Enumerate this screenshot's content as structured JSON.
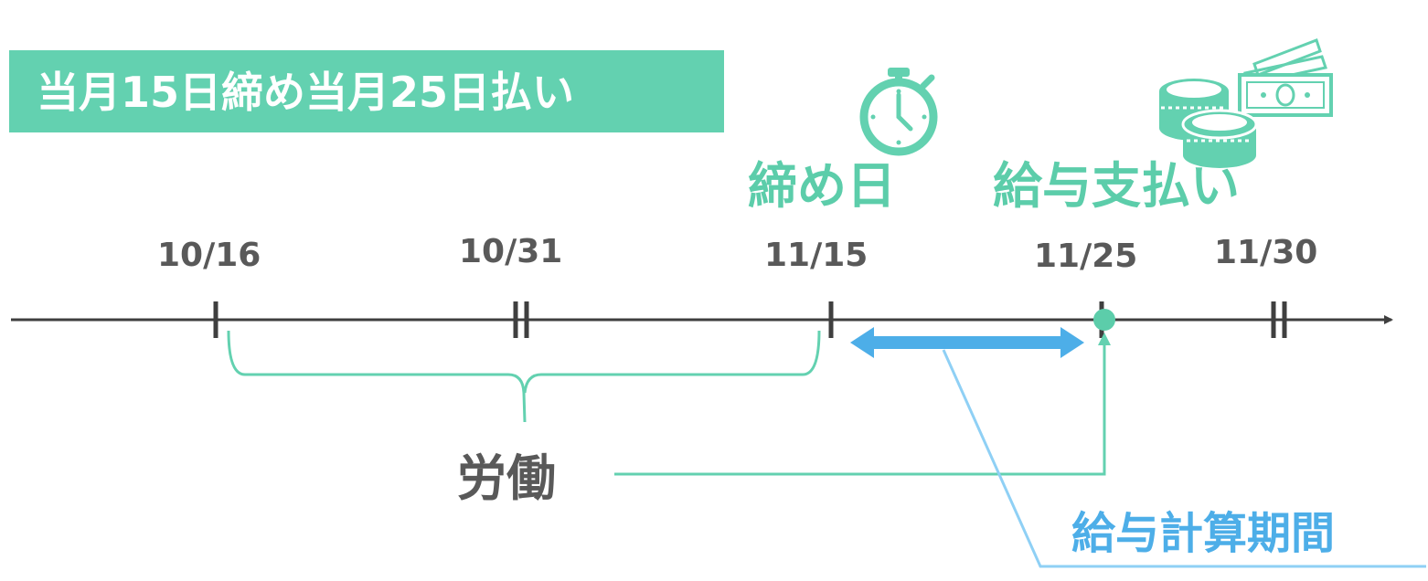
{
  "title": "当月15日締め当月25日払い",
  "icons": {
    "stopwatch": "stopwatch-icon",
    "money": "coins-and-banknotes-icon"
  },
  "timeline": {
    "dates": [
      {
        "label": "10/16",
        "mark": "single"
      },
      {
        "label": "10/31",
        "mark": "double"
      },
      {
        "label": "11/15",
        "mark": "single"
      },
      {
        "label": "11/25",
        "mark": "dot"
      },
      {
        "label": "11/30",
        "mark": "double"
      }
    ]
  },
  "labels": {
    "closing_day": "締め日",
    "payday": "給与支払い",
    "labor": "労働",
    "calc_period": "給与計算期間"
  },
  "colors": {
    "title_bg": "#63d1b0",
    "green": "#5ccdaa",
    "blue": "#4daee8",
    "light_blue": "#8fd0f5",
    "axis": "#3f3f3f",
    "text_gray": "#595959"
  }
}
